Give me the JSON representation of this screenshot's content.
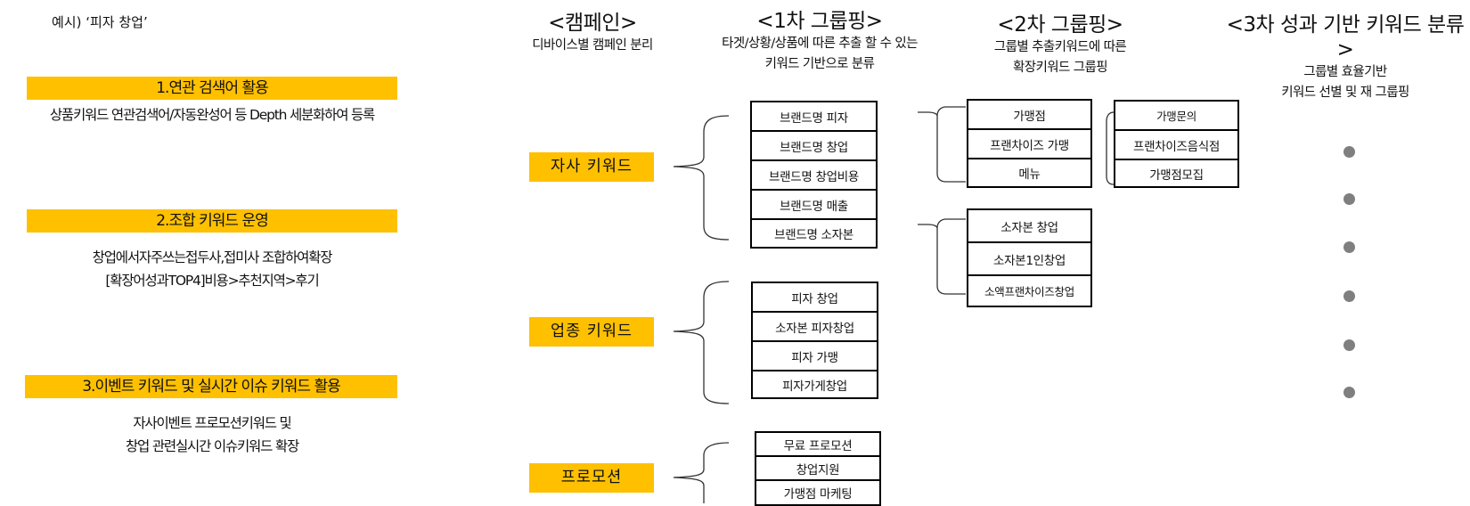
{
  "example_label": "예시) ‘피자 창업’",
  "strategies": [
    {
      "title": "1.연관 검색어 활용",
      "desc": [
        "상품키워드 연관검색어/자동완성어 등 Depth 세분화하여 등록"
      ]
    },
    {
      "title": "2.조합 키워드 운영",
      "desc": [
        "창업에서자주쓰는접두사,접미사 조합하여확장",
        "[확장어성과TOP4]비용>추천지역>후기"
      ]
    },
    {
      "title": "3.이벤트 키워드 및 실시간 이슈 키워드 활용",
      "desc": [
        "자사이벤트 프로모션키워드 및",
        "창업 관련실시간 이슈키워드 확장"
      ]
    }
  ],
  "headers": {
    "campaign": {
      "title": "<캠페인>",
      "sub": [
        "디바이스별 캠페인 분리"
      ]
    },
    "group1": {
      "title": "<1차 그룹핑>",
      "sub": [
        "타겟/상황/상품에 따른 추출 할 수 있는",
        "키워드 기반으로 분류"
      ]
    },
    "group2": {
      "title": "<2차 그룹핑>",
      "sub": [
        "그룹별 추출키워드에 따른",
        "확장키워드 그룹핑"
      ]
    },
    "group3": {
      "title": "<3차 성과 기반 키워드 분류>",
      "sub": [
        "그룹별 효율기반",
        "키워드 선별 및 재 그룹핑"
      ]
    }
  },
  "campaigns": [
    "자사 키워드",
    "업종 키워드",
    "프로모션"
  ],
  "group1": [
    [
      "브랜드명 피자",
      "브랜드명 창업",
      "브랜드명 창업비용",
      "브랜드명 매출",
      "브랜드명 소자본"
    ],
    [
      "피자 창업",
      "소자본 피자창업",
      "피자 가맹",
      "피자가게창업"
    ],
    [
      "무료 프로모션",
      "창업지원",
      "가맹점 마케팅"
    ]
  ],
  "group2": [
    [
      "가맹점",
      "프랜차이즈 가맹",
      "메뉴"
    ],
    [
      "소자본 창업",
      "소자본1인창업",
      "소액프랜차이즈창업"
    ]
  ],
  "group2_ext": [
    "가맹문의",
    "프랜차이즈음식점",
    "가맹점모집"
  ],
  "colors": {
    "accent": "#FFC000",
    "dot": "#7f7f7f",
    "border": "#000000"
  }
}
